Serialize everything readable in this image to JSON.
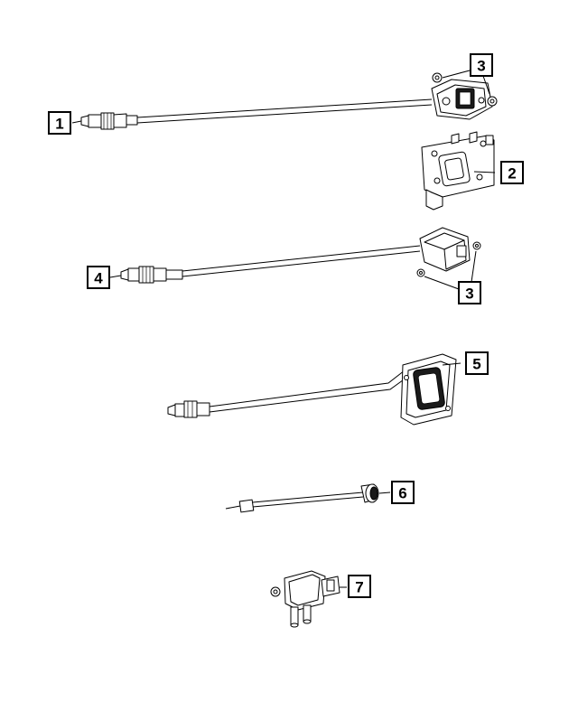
{
  "callouts": {
    "c1": "1",
    "c2": "2",
    "c3a": "3",
    "c3b": "3",
    "c4": "4",
    "c5": "5",
    "c6": "6",
    "c7": "7"
  }
}
